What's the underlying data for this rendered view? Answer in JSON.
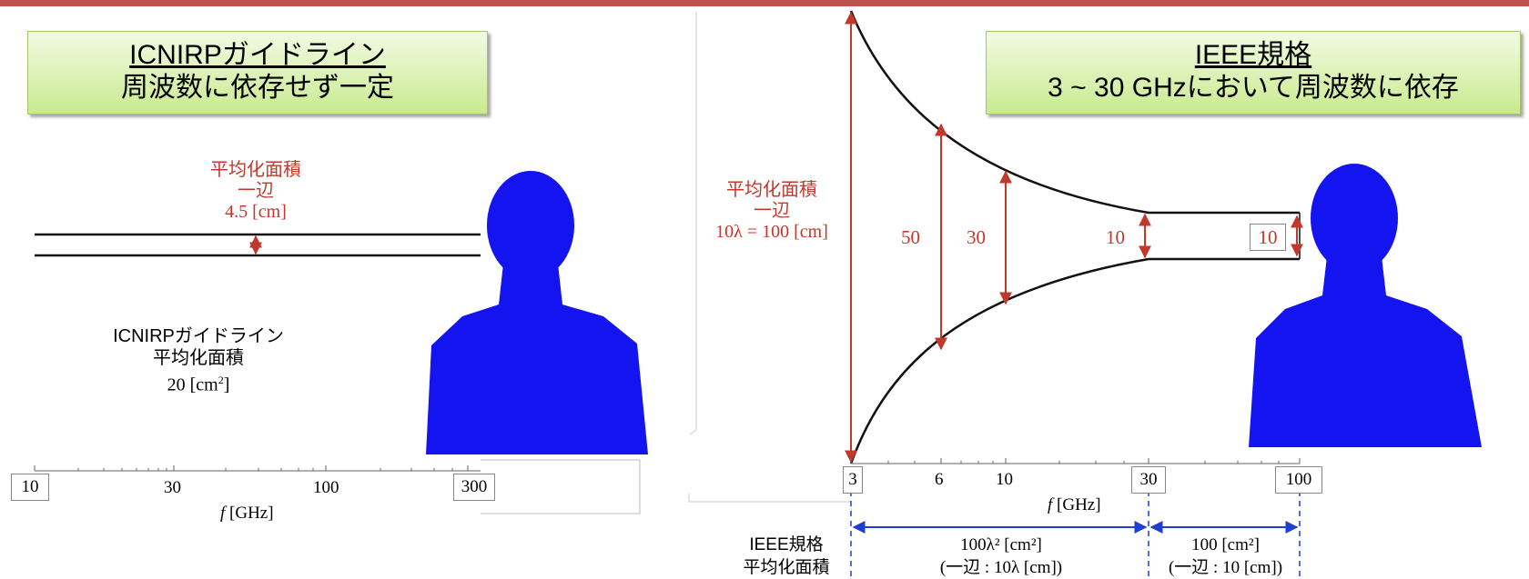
{
  "left": {
    "title_line1": "ICNIRPガイドライン",
    "title_line2": "周波数に依存せず一定",
    "avg_label_line1": "平均化面積",
    "avg_label_line2": "一辺",
    "avg_label_line3": "4.5 [cm]",
    "inner_line1": "ICNIRPガイドライン",
    "inner_line2": "平均化面積",
    "inner_line3_base": "20 [cm",
    "inner_line3_sup": "2",
    "inner_line3_end": "]",
    "ticks": [
      "10",
      "30",
      "100",
      "300"
    ],
    "axis_label_f": "f",
    "axis_label_unit": " [GHz]"
  },
  "right": {
    "title_line1": "IEEE規格",
    "title_line2": "3 ~ 30 GHzにおいて周波数に依存",
    "avg_label_line1": "平均化面積",
    "avg_label_line2": "一辺",
    "avg_label_line3": "10λ = 100 [cm]",
    "value_labels": [
      "50",
      "30",
      "10",
      "10"
    ],
    "ticks": [
      "3",
      "6",
      "10",
      "30",
      "100"
    ],
    "axis_label_f": "f",
    "axis_label_unit": " [GHz]",
    "ieee_line1": "IEEE規格",
    "ieee_line2": "平均化面積",
    "range1_line1": "100λ² [cm²]",
    "range1_line2": "(一辺 : 10λ [cm])",
    "range2_line1": "100 [cm²]",
    "range2_line2": "(一辺 : 10 [cm])"
  },
  "colors": {
    "accent_bar": "#c0504d",
    "red_label": "#c0392b",
    "blue_arrows": "#1f3fd0",
    "head_model": "#1414f0"
  }
}
